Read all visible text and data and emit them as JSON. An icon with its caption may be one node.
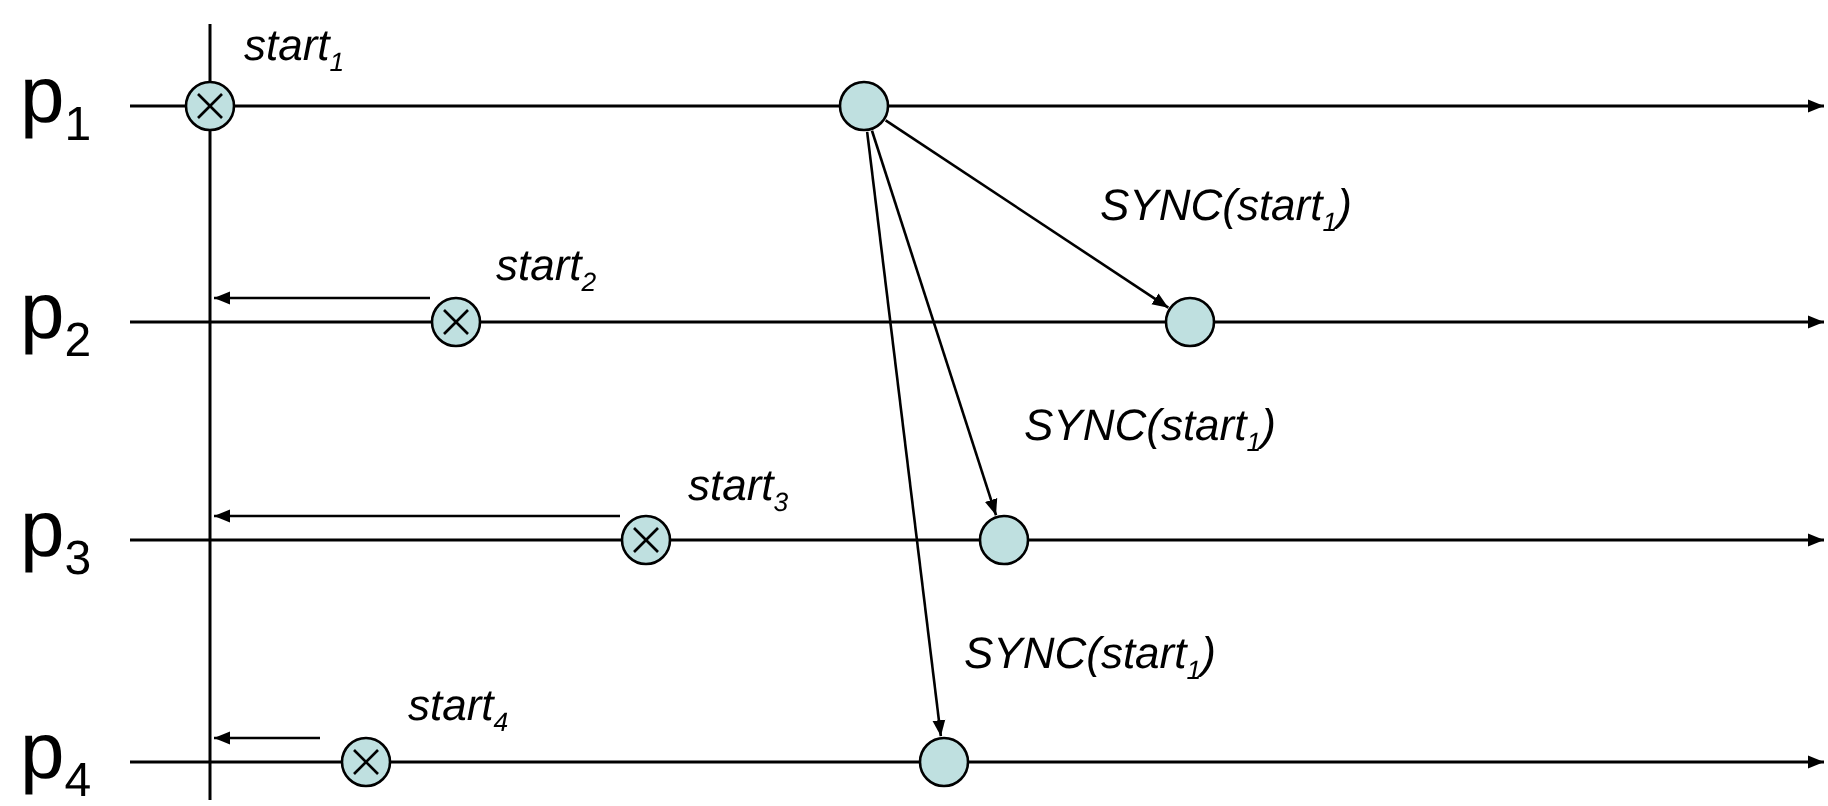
{
  "diagram": {
    "nodes": [
      {
        "text": [],
        "shape": "circle",
        "beside": [
          "start$_{1}$"
        ]
      },
      {
        "text": [],
        "shape": "circle"
      },
      {
        "text": [],
        "shape": "circle",
        "beside": [
          "start$_{2}$"
        ]
      },
      {
        "text": [],
        "shape": "circle"
      },
      {
        "text": [],
        "shape": "circle",
        "beside": [
          "start$_{3}$"
        ]
      },
      {
        "text": [],
        "shape": "circle"
      },
      {
        "text": [],
        "shape": "circle",
        "beside": [
          "start$_{4}$"
        ]
      },
      {
        "text": [],
        "shape": "circle"
      }
    ],
    "edges": [
      {
        "from": 1,
        "to": 3,
        "arrow": "to",
        "label": "SYNC(start$_{1}$)"
      },
      {
        "from": 1,
        "to": 5,
        "arrow": "to",
        "label": "SYNC(start$_{1}$)"
      },
      {
        "from": 1,
        "to": 7,
        "arrow": "to",
        "label": "SYNC(start$_{1}$)"
      },
      {
        "from": 2,
        "to": null,
        "arrow": "to"
      },
      {
        "from": 4,
        "to": null,
        "arrow": "to"
      },
      {
        "from": 6,
        "to": null,
        "arrow": "to"
      }
    ],
    "labels": [
      "p$_{1}$",
      "p$_{2}$",
      "p$_{3}$",
      "p$_{4}$"
    ]
  }
}
